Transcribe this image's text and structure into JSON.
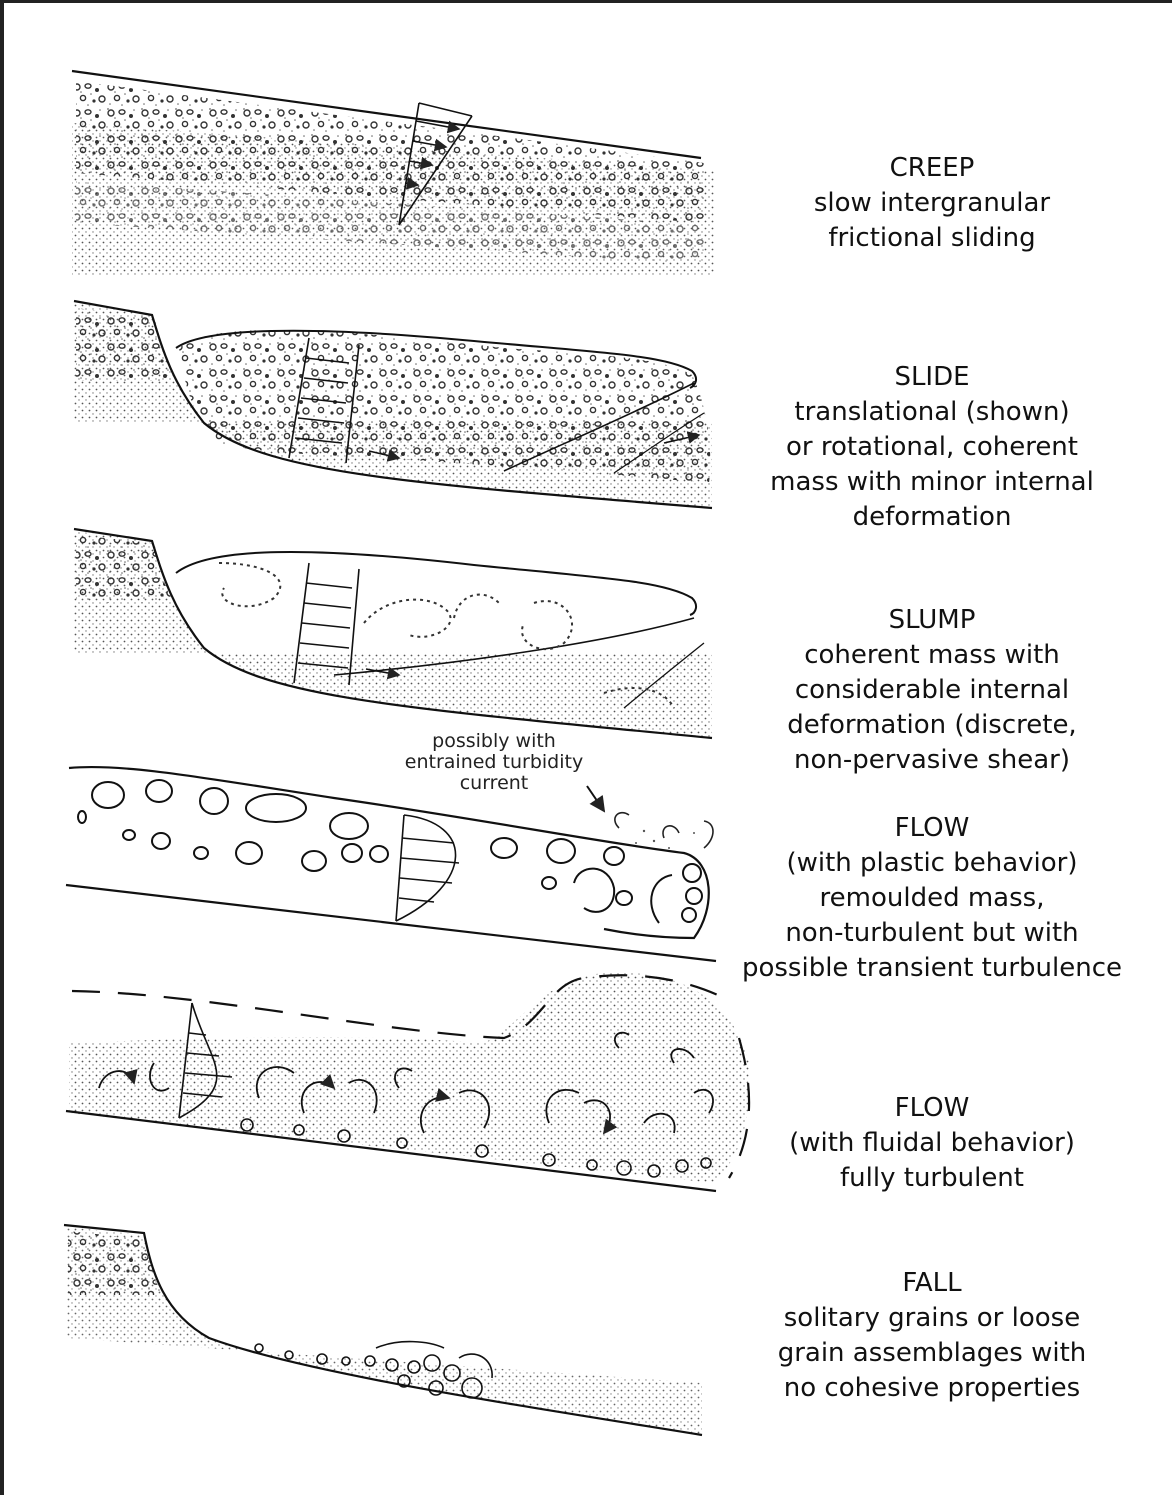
{
  "panels": [
    {
      "id": "creep",
      "heading": "CREEP",
      "lines": [
        "slow intergranular",
        "frictional sliding"
      ]
    },
    {
      "id": "slide",
      "heading": "SLIDE",
      "lines": [
        "translational (shown)",
        "or rotational, coherent",
        "mass with minor internal",
        "deformation"
      ]
    },
    {
      "id": "slump",
      "heading": "SLUMP",
      "lines": [
        "coherent mass with",
        "considerable internal",
        "deformation (discrete,",
        "non-pervasive shear)"
      ]
    },
    {
      "id": "flow-plastic",
      "heading": "FLOW",
      "lines": [
        "(with plastic behavior)",
        "remoulded mass,",
        "non-turbulent but with",
        "possible transient turbulence"
      ]
    },
    {
      "id": "flow-fluidal",
      "heading": "FLOW",
      "lines": [
        "(with fluidal behavior)",
        "fully turbulent"
      ]
    },
    {
      "id": "fall",
      "heading": "FALL",
      "lines": [
        "solitary grains or loose",
        "grain assemblages with",
        "no cohesive properties"
      ]
    }
  ],
  "annotation": {
    "lines": [
      "possibly with",
      "entrained turbidity",
      "current"
    ]
  }
}
